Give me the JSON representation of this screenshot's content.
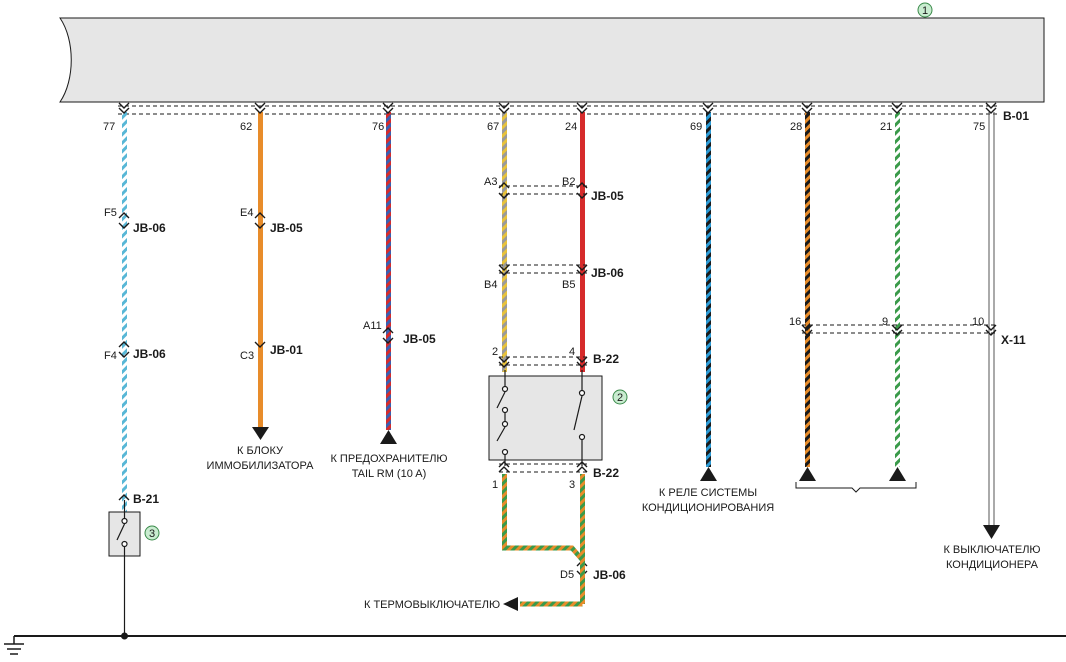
{
  "component_numbers": {
    "ecu": "1",
    "relay": "2",
    "switch": "3"
  },
  "connectors": {
    "b01": "B-01",
    "jb05": "JB-05",
    "jb06": "JB-06",
    "jb01": "JB-01",
    "b22": "B-22",
    "b21": "B-21",
    "x11": "X-11"
  },
  "pins": {
    "p77": "77",
    "p62": "62",
    "p76": "76",
    "p67": "67",
    "p24": "24",
    "p69": "69",
    "p28": "28",
    "p21": "21",
    "p75": "75",
    "f5": "F5",
    "f4": "F4",
    "e4": "E4",
    "c3": "C3",
    "a11": "A11",
    "a3": "A3",
    "b2": "B2",
    "b4": "B4",
    "b5": "B5",
    "r2": "2",
    "r4": "4",
    "r1": "1",
    "r3": "3",
    "d5": "D5",
    "x16": "16",
    "x9": "9",
    "x10": "10"
  },
  "notes": {
    "immo_1": "К БЛОКУ",
    "immo_2": "ИММОБИЛИЗАТОРА",
    "fuse_1": "К ПРЕДОХРАНИТЕЛЮ",
    "fuse_2": "TAIL RM (10 A)",
    "thermo": "К ТЕРМОВЫКЛЮЧАТЕЛЮ",
    "ac_relay_1": "К РЕЛЕ СИСТЕМЫ",
    "ac_relay_2": "КОНДИЦИОНИРОВАНИЯ",
    "ac_switch_1": "К ВЫКЛЮЧАТЕЛЮ",
    "ac_switch_2": "КОНДИЦИОНЕРА"
  },
  "colors": {
    "ecu_fill": "#e6e6e6",
    "relay_fill": "#e6e6e6",
    "badge_fill": "#c9ecd0",
    "badge_stroke": "#3a8a4a",
    "light_blue": "#58b7d6",
    "orange": "#e88c2a",
    "red": "#d62b2b",
    "yellow": "#e8c23a",
    "blue": "#2a9ad6",
    "green": "#3a9a4a",
    "black": "#1a1a1a",
    "gray": "#888888"
  }
}
